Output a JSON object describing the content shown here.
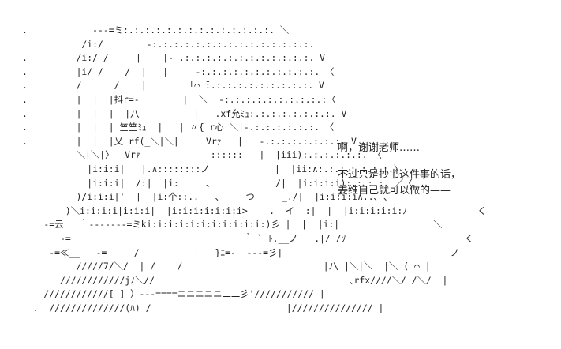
{
  "ascii_art": {
    "lines": [
      ".            ---=ミ:.:.:.:.:.:.:.:.:.:.:.:.:.:. ＼",
      "           /i:/        -:.:.:.:.:.:.:.:.:.:.:.:.:.:.:.",
      ".         /i:/ /     |    |- .:.:.:.:.:.:.:.:.:.:.:.:. V",
      ".         |i/ /    /  |   |     -:.:.:.:.:.:.:.:.:.:.:. 〈",
      ".         /      /    |        ｢⌒ ̄:.:.:.:.:.:.:.:.:.:. V",
      ".         |  |  |抖r=-        |  ＼  -:.:.:.:.:.:.:.:.:.:〈",
      ".         |  |  |  |八          |   .xf允ﾐｭ:.:.:.:.:.:.:.:. V",
      ".         |  |  | 竺竺ﾐｭ  |   | 〃{ r心 ＼|-.:.:.:.:.:.:. 〈",
      ".         |  |  |乂 rf(_＼|＼|     Vrｧ   |   -.:.:.:.:.:.:.:. V",
      "          ＼|＼|〉  Vrｧ             ::::::   |  |iii):.:.:.:.:.:. 〈",
      "            |i:i:i|   |.∧::::::::ノ            |  |ii:∧:.:.:.:.:.:.:.〉",
      "            |i:i:i|  /:|  |i:     ､            /|  |i:i:i:i):.:.:.:. ／〈",
      "          )/i:i:i|'  |  |i:个::..   、    つ     _./|  |i:i:i:i∧..､ ､ﾞ ̄",
      "        )＼i:i:i:i|i:i:i|  |i:i:i:i:i:i:i>   _.  イ  :|  |  |i:i:i:i:i:ﾉ             く",
      "    -=云   ｀-------=ミki:i:i:i:i:i:i:i:i:i:i:)彡 |  |  |i:|￣￣              ＼",
      "       -=                                ｀ ﾞ ﾄ.__ノ   .|/ /ｿ                      く",
      "     -=≪__   -=     /          '   }ﾆ=-  ---=彡|                               ノ",
      "          /////7/＼/  | /    /                          |ﾉ\\ |＼|＼  |＼ ( ⌒ |",
      "       ////////////jﾉ＼//                                    ､rfx////＼/ /＼/  |",
      "    ////////////[ ] ）---====ニニニニニ二二彡'/////////// |",
      "  .  //////////////(ﾊ) /                         |/////////////// |"
    ]
  },
  "dialogue": {
    "first": "啊，谢谢老师……",
    "second_line_1": "不过只是抄书这件事的话，",
    "second_line_2": "姜维自己就可以做的——"
  }
}
